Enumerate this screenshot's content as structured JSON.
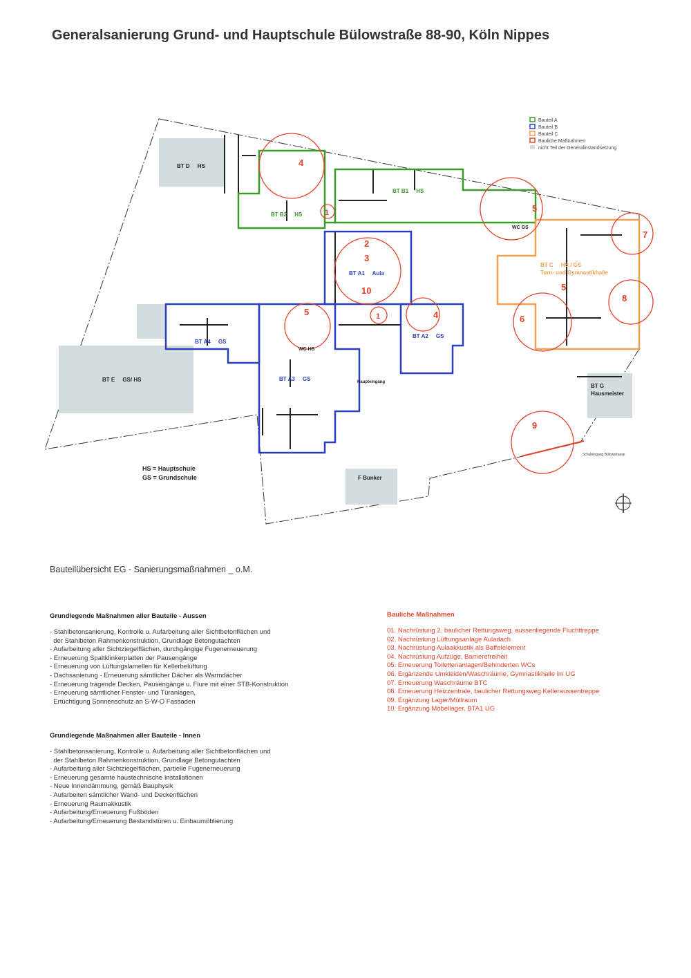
{
  "title": "Generalsanierung Grund- und Hauptschule Bülowstraße 88-90, Köln Nippes",
  "colors": {
    "bauteil_a": "#3a9a2a",
    "bauteil_b": "#2a3fc0",
    "bauteil_c": "#f0a050",
    "massnahmen": "#e0442a",
    "nicht_teil": "#d3dde0"
  },
  "legend": [
    {
      "label": "Bauteil A"
    },
    {
      "label": "Bauteil B"
    },
    {
      "label": "Bauteil C"
    },
    {
      "label": "Bauliche Maßnahmen"
    },
    {
      "label": "nicht Teil der Generalinstandsetzung"
    }
  ],
  "plan_labels": {
    "bt_d": "BT D     HS",
    "bt_b2": "BT B2     HS",
    "bt_b1": "BT B1     HS",
    "wc_gs": "WC GS",
    "bt_a1": "BT A1     Aula",
    "bt_c": "BT C     HS / GS",
    "bt_c_sub": "Turn- und Gymnastikhalle",
    "bt_a4": "BT A4     GS",
    "wc_hs": "WC HS",
    "bt_a2": "BT A2     GS",
    "bt_a3": "BT A3     GS",
    "haupteingang": "Haupteingang",
    "bt_e": "BT E     GS/ HS",
    "bt_g": "BT G",
    "bt_g_sub": "Hausmeister",
    "bunker": "F Bunker",
    "schuleingang": "Schuleingang Bülowstrasse",
    "hs_def": "HS = Hauptschule",
    "gs_def": "GS = Grundschule"
  },
  "markers": [
    "4",
    "1",
    "2",
    "3",
    "10",
    "5",
    "7",
    "5",
    "6",
    "8",
    "5",
    "1",
    "4",
    "9"
  ],
  "subtitle": "Bauteilübersicht EG - Sanierungsmaßnahmen _ o.M.",
  "aussen": {
    "heading": "Grundlegende Maßnahmen aller Bauteile  - Aussen",
    "items": [
      "- Stahlbetonsanierung, Kontrolle u. Aufarbeitung aller Sichtbetonflächen und\n  der Stahlbeton Rahmenkonstruktion, Grundlage Betongutachten",
      "- Aufarbeitung aller Sichtziegelflächen, durchgängige Fugenerneuerung",
      "- Erneuerung Spaltklinkerplatten der Pausengänge",
      "- Erneuerung von Lüftungslamellen für Kellerbelüftung",
      "- Dachsanierung - Erneuerung sämtlicher Dächer als Warmdächer",
      "- Erneuerung tragende Decken, Pausengänge u. Flure mit einer STB-Konstruktion",
      "- Erneuerung sämtlicher Fenster- und Türanlagen,\n  Ertüchtigung Sonnenschutz an S-W-O Fassaden"
    ]
  },
  "innen": {
    "heading": "Grundlegende Maßnahmen aller Bauteile  - Innen",
    "items": [
      "- Stahlbetonsanierung, Kontrolle u. Aufarbeitung aller Sichtbetonflächen und\n  der Stahlbeton Rahmenkonstruktion, Grundlage Betongutachten",
      "- Aufarbeitung aller Sichtziegelflächen, partielle Fugenerneuerung",
      "- Erneuerung gesamte haustechnische Installationen",
      "- Neue Innendämmung, gemäß Bauphysik",
      "- Aufarbeiten sämtlicher Wand- und Deckenflächen",
      "- Erneuerung Raumakkustik",
      "- Aufarbeitung/Erneuerung Fußböden",
      "- Aufarbeitung/Erneuerung Bestandstüren u. Einbaumöblierung"
    ]
  },
  "bauliche": {
    "heading": "Bauliche Maßnahmen",
    "items": [
      "01. Nachrüstung 2. baulicher Rettungsweg, aussenliegende Fluchttreppe",
      "02. Nachrüstung Lüftungsanlage Auladach",
      "03. Nachrüstung Aulaakkustik als Baffelelement",
      "04. Nachrüstung Aufzüge, Barrierefreiheit",
      "05. Erneuerung Toilettenanlagen/Behinderten WCs",
      "06. Ergänzende Umkleiden/Waschräume, Gymnastikhalle im UG",
      "07. Erneuerung Waschräume BTC",
      "08. Erneuerung Heizzentrale, baulicher Rettungsweg Kelleraussentreppe",
      "09. Ergänzung Lager/Müllraum",
      "10. Ergänzung Möbellager, BTA1 UG"
    ]
  }
}
